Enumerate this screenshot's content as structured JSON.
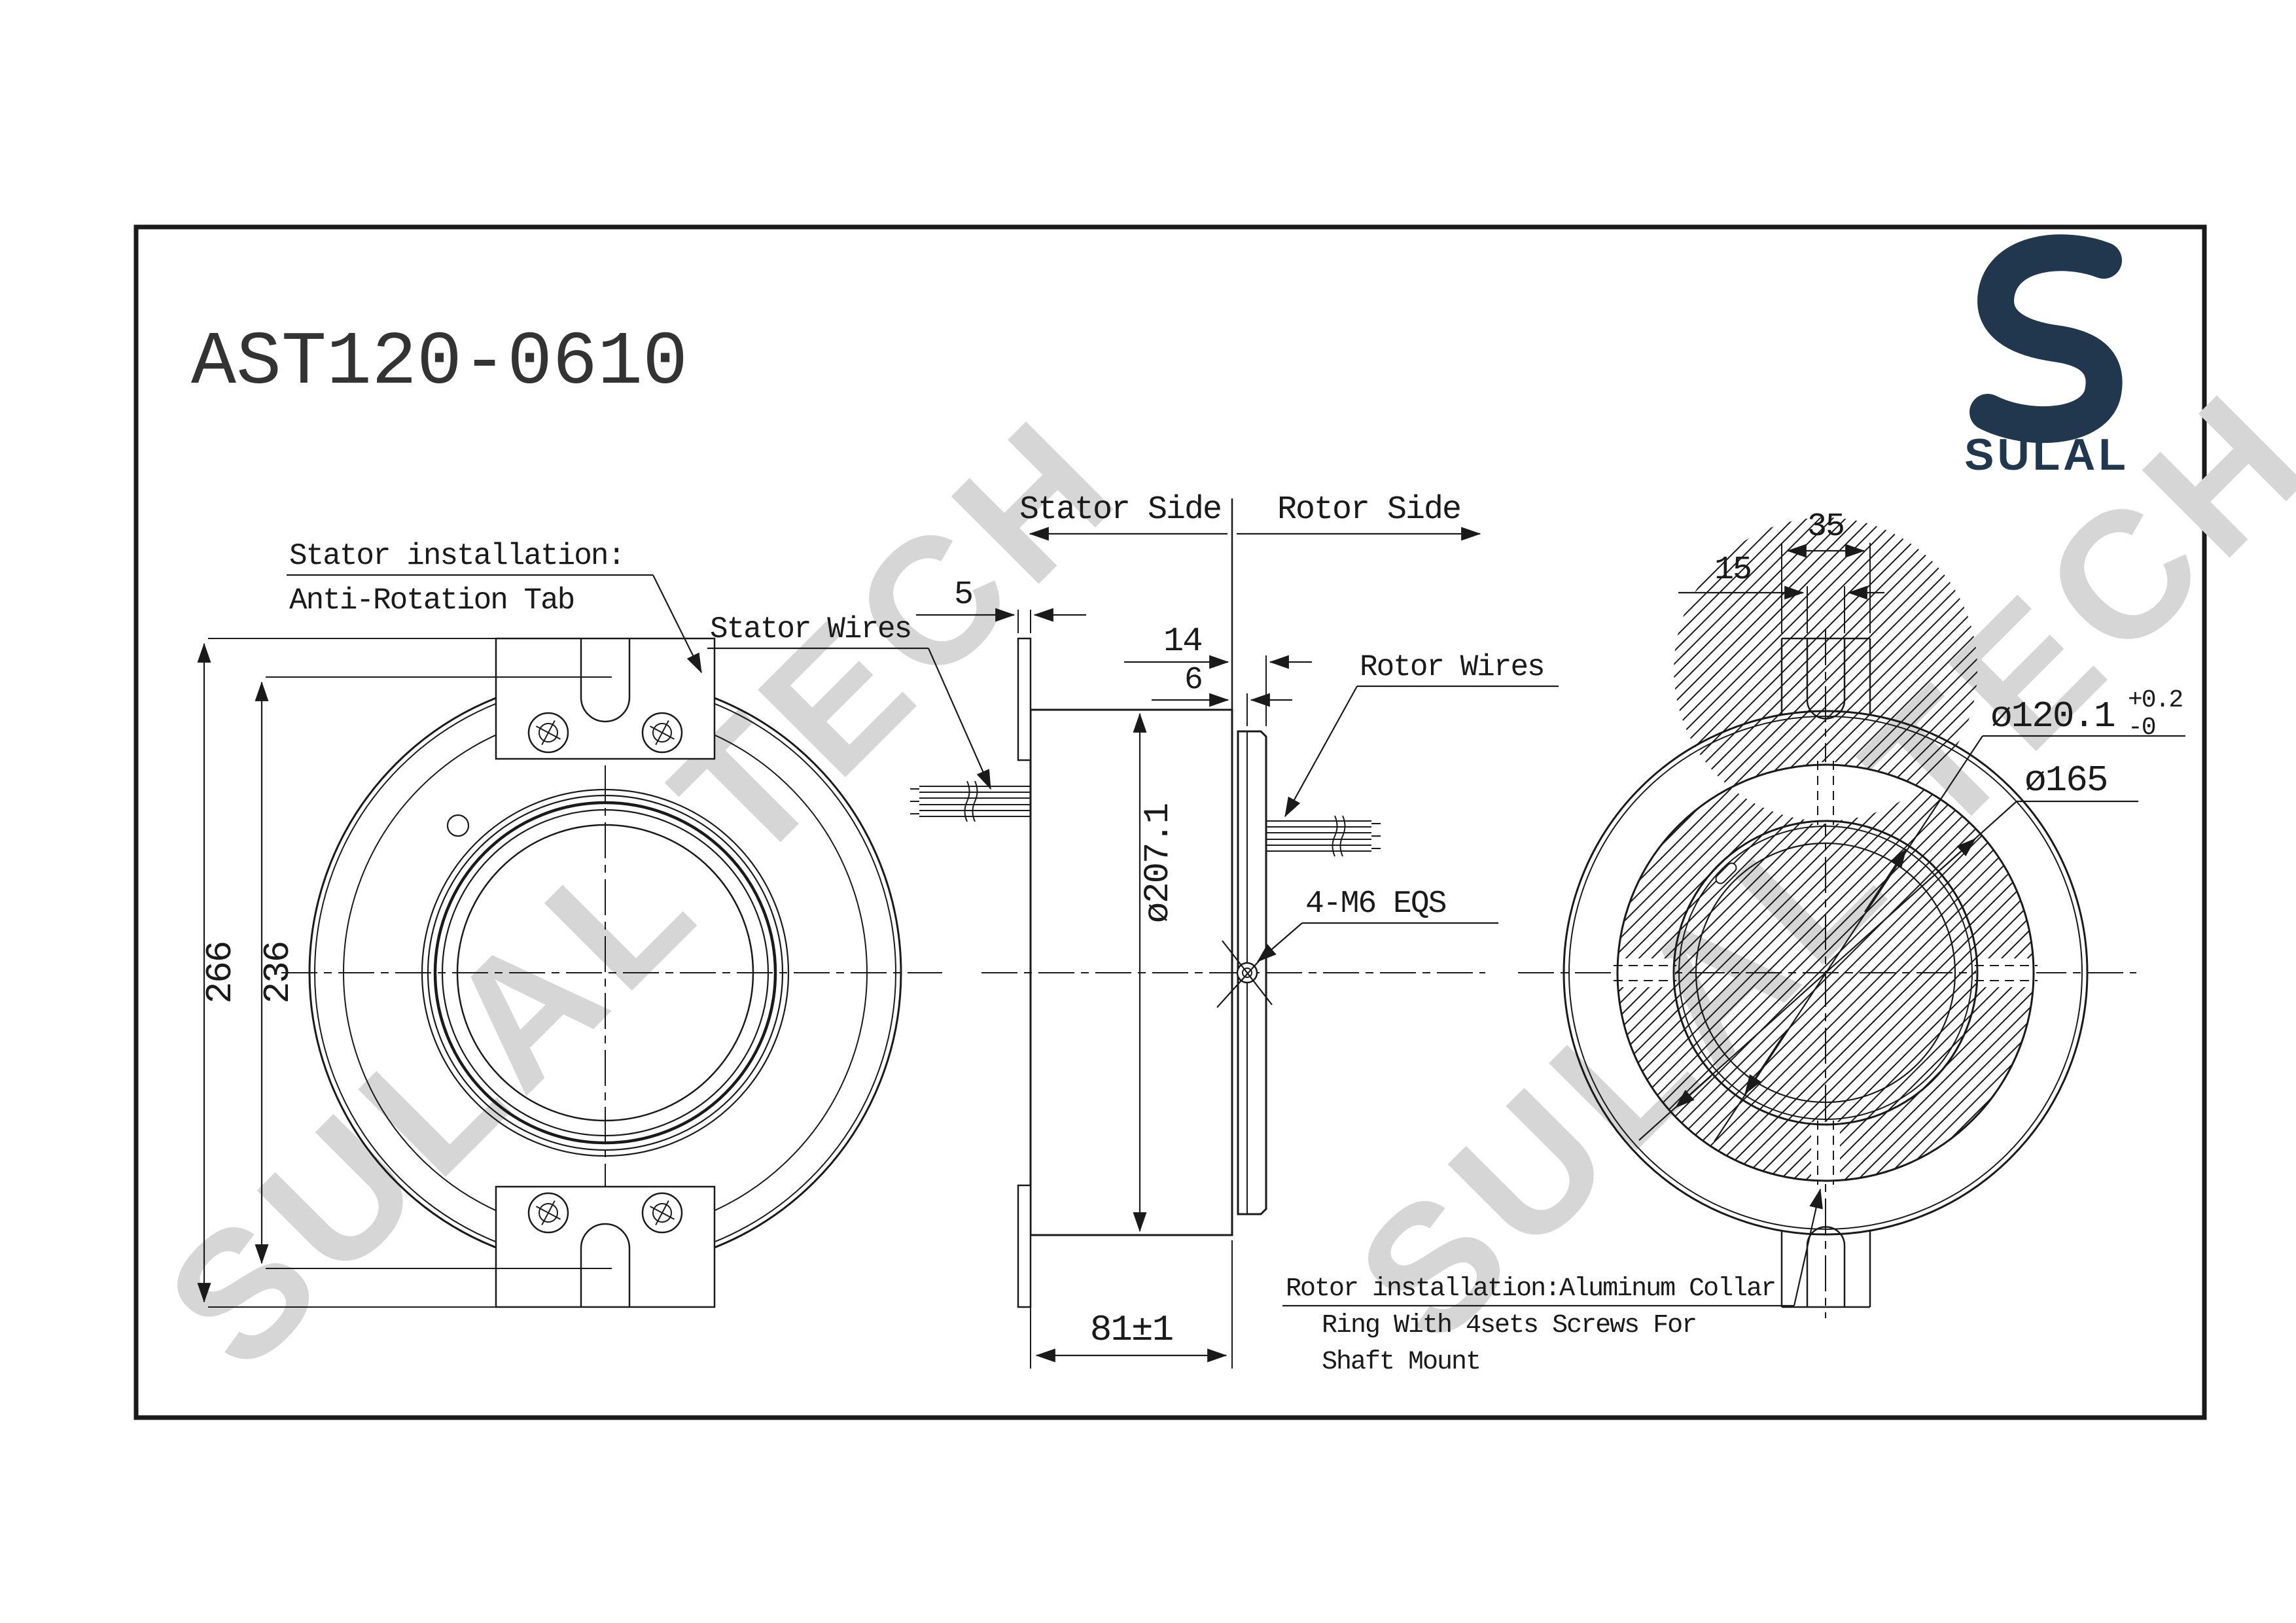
{
  "sheet": {
    "title": "AST120-0610"
  },
  "brand": {
    "name": "SULAL"
  },
  "watermark": {
    "text": "SULAL TECH"
  },
  "front_view": {
    "note_line1": "Stator installation:",
    "note_line2": "Anti-Rotation Tab",
    "dim_overall_od": "266",
    "dim_flange_od": "236"
  },
  "section_view": {
    "stator_side": "Stator Side",
    "rotor_side": "Rotor Side",
    "stator_wires": "Stator Wires",
    "rotor_wires": "Rotor Wires",
    "dim_tab_thickness": "5",
    "dim_rotor_overhang": "14",
    "dim_rotor_ring": "6",
    "dim_body_od": "ø207.1",
    "dim_body_length": "81±1",
    "screw_note": "4-M6 EQS"
  },
  "rotor_view": {
    "dim_tab_width": "35",
    "dim_slot_width": "15",
    "dim_bore": "ø120.1",
    "tol_plus": "+0.2",
    "tol_minus": "-0",
    "dim_collar_od": "ø165",
    "note_line1": "Rotor installation:Aluminum Collar",
    "note_line2": "Ring With 4sets Screws For",
    "note_line3": "Shaft Mount"
  },
  "colors": {
    "line": "#1a1a1a",
    "brand": "#21374e",
    "watermark": "#d6d6d6"
  }
}
